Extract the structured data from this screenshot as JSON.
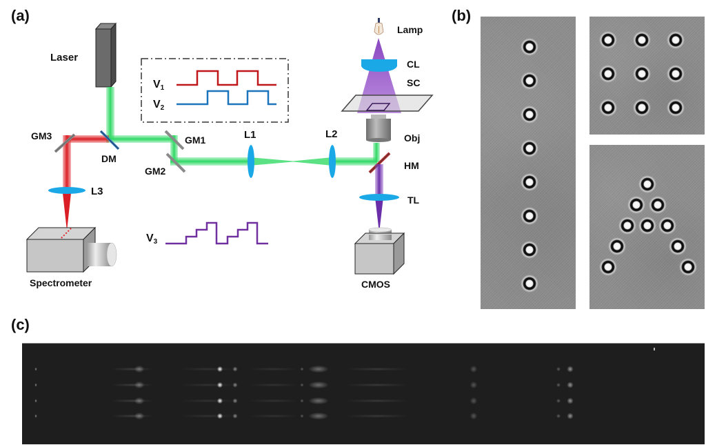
{
  "panels": {
    "a": {
      "label": "(a)"
    },
    "b": {
      "label": "(b)"
    },
    "c": {
      "label": "(c)"
    }
  },
  "components": {
    "laser": "Laser",
    "gm1": "GM1",
    "gm2": "GM2",
    "gm3": "GM3",
    "dm": "DM",
    "l1": "L1",
    "l2": "L2",
    "l3": "L3",
    "lamp": "Lamp",
    "cl": "CL",
    "sc": "SC",
    "obj": "Obj",
    "hm": "HM",
    "tl": "TL",
    "cmos": "CMOS",
    "spectrometer": "Spectrometer"
  },
  "signals": {
    "v1": {
      "label": "V",
      "sub": "1",
      "color": "#c0171b"
    },
    "v2": {
      "label": "V",
      "sub": "2",
      "color": "#1a75bc"
    },
    "v3": {
      "label": "V",
      "sub": "3",
      "color": "#7030a0"
    }
  },
  "colors": {
    "green_beam": "#3ddc6e",
    "red_beam": "#e0262b",
    "violet_beam": "#7b3fb0",
    "lens": "#1ba8e6",
    "mirror": "#8a8a8a",
    "hm_mirror": "#b03030",
    "dm_mirror": "#3a7ec0"
  },
  "micrographs": {
    "line_beads": 8,
    "grid_beads": "3x3",
    "letter_a_beads": 10
  },
  "spectra": {
    "rows": 4
  }
}
